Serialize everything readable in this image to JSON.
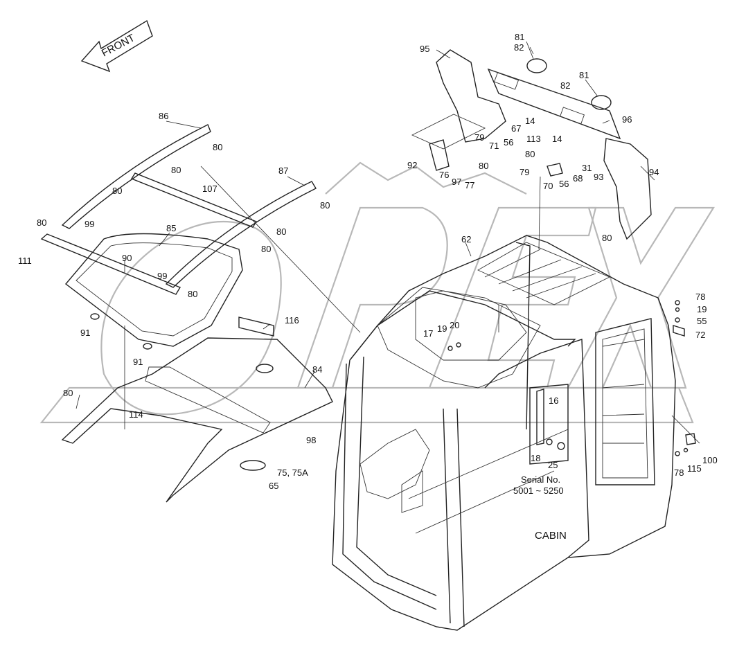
{
  "diagram": {
    "front_arrow_label": "FRONT",
    "cabin_label": "CABIN",
    "serial_label_line1": "Serial No.",
    "serial_label_line2": "5001 ~ 5250",
    "watermark_text": "OPEX",
    "callouts": {
      "c95": "95",
      "c81a": "81",
      "c82a": "82",
      "c81b": "81",
      "c82b": "82",
      "c96": "96",
      "c14a": "14",
      "c67": "67",
      "c113": "113",
      "c14b": "14",
      "c79a": "79",
      "c71": "71",
      "c56a": "56",
      "c80a": "80",
      "c92": "92",
      "c76": "76",
      "c97": "97",
      "c77": "77",
      "c80b": "80",
      "c79b": "79",
      "c70": "70",
      "c56b": "56",
      "c68": "68",
      "c31": "31",
      "c93": "93",
      "c94": "94",
      "c80c": "80",
      "c86": "86",
      "c80d": "80",
      "c80e": "80",
      "c80f": "80",
      "c87": "87",
      "c107": "107",
      "c80g": "80",
      "c80h": "80",
      "c80i": "80",
      "c99a": "99",
      "c85": "85",
      "c111": "111",
      "c90": "90",
      "c99b": "99",
      "c80j": "80",
      "c62": "62",
      "c91a": "91",
      "c91b": "91",
      "c116": "116",
      "c17": "17",
      "c19a": "19",
      "c20": "20",
      "c84": "84",
      "c80k": "80",
      "c114": "114",
      "c98": "98",
      "c75": "75, 75A",
      "c65": "65",
      "c16": "16",
      "c18": "18",
      "c25": "25",
      "c78a": "78",
      "c19b": "19",
      "c55": "55",
      "c72": "72",
      "c100": "100",
      "c78b": "78",
      "c115": "115"
    }
  }
}
